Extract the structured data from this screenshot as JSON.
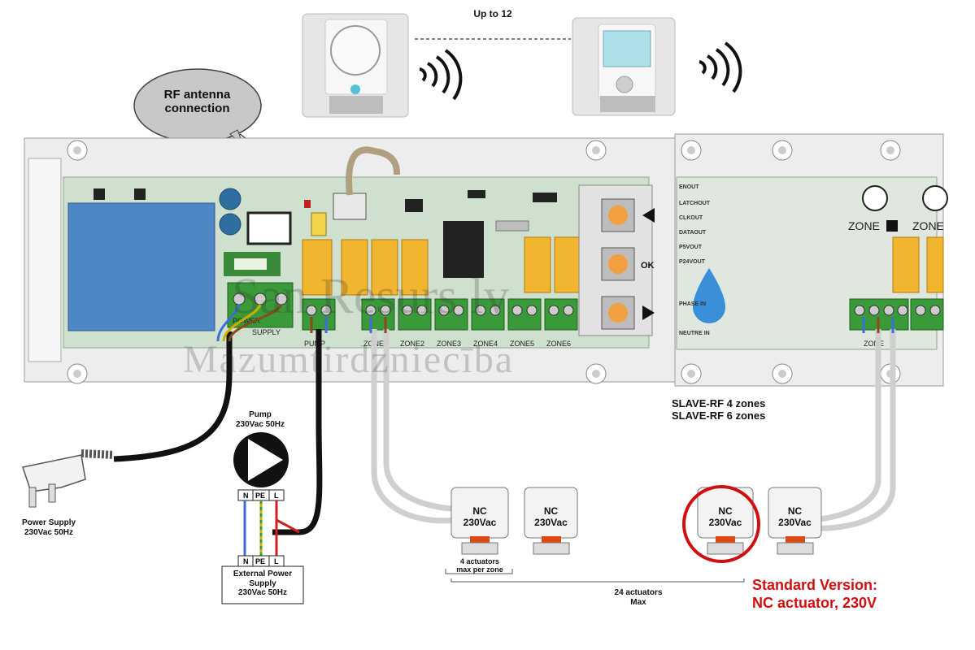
{
  "top": {
    "up_to_label": "Up to 12"
  },
  "callout": {
    "text_line1": "RF antenna",
    "text_line2": "connection"
  },
  "board": {
    "terminals": {
      "power": [
        "POWER",
        "SUPPLY"
      ],
      "pump": "PUMP",
      "zones": [
        "ZONE1",
        "ZONE2",
        "ZONE3",
        "ZONE4",
        "ZONE5",
        "ZONE6"
      ]
    },
    "button_ok": "OK"
  },
  "slave": {
    "pins": [
      "ENOUT",
      "LATCHOUT",
      "CLKOUT",
      "DATAOUT",
      "P5VOUT",
      "P24VOUT",
      "PHASE IN",
      "NEUTRE IN"
    ],
    "zone_labels": [
      "ZONE",
      "ZONE"
    ],
    "zone_terminal": "ZONE",
    "model_line1": "SLAVE-RF 4 zones",
    "model_line2": "SLAVE-RF 6 zones"
  },
  "power_supply": {
    "line1": "Power Supply",
    "line2": "230Vac 50Hz"
  },
  "pump": {
    "line1": "Pump",
    "line2": "230Vac 50Hz",
    "terminals": [
      "N",
      "PE",
      "L"
    ]
  },
  "external_power": {
    "terminals": [
      "N",
      "PE",
      "L"
    ],
    "line1": "External Power",
    "line2": "Supply",
    "line3": "230Vac 50Hz"
  },
  "actuators": {
    "label_type": "NC",
    "label_voltage": "230Vac",
    "per_zone_line1": "4 actuators",
    "per_zone_line2": "max per zone",
    "total_line1": "24 actuators",
    "total_line2": "Max"
  },
  "standard_version": {
    "line1": "Standard Version:",
    "line2": "NC actuator, 230V"
  },
  "watermark": {
    "line1": "San Resurs lv",
    "line2": "Mazumtirdzniecība"
  },
  "colors": {
    "board_green": "#cfe0cf",
    "transformer_blue": "#4f86c6",
    "relay_orange": "#f2b530",
    "terminal_green": "#3a9a3a",
    "accent_red": "#d01010"
  }
}
